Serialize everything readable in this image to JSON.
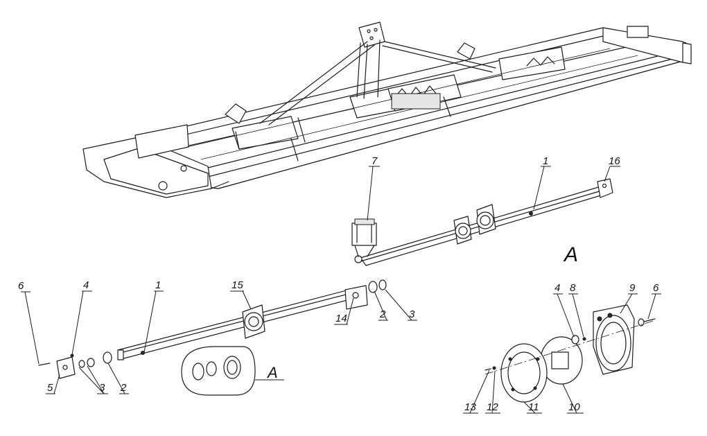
{
  "drawing": {
    "view_label_main": "A",
    "view_label_detail": "A",
    "callouts": {
      "c1_top": "1",
      "c16": "16",
      "c7": "7",
      "c6_left": "6",
      "c4_left": "4",
      "c1_mid": "1",
      "c15": "15",
      "c14": "14",
      "c2_right": "2",
      "c3_right": "3",
      "c5": "5",
      "c3_left": "3",
      "c2_left": "2",
      "c4_right": "4",
      "c8": "8",
      "c9": "9",
      "c6_right": "6",
      "c13": "13",
      "c12": "12",
      "c11": "11",
      "c10": "10"
    }
  }
}
